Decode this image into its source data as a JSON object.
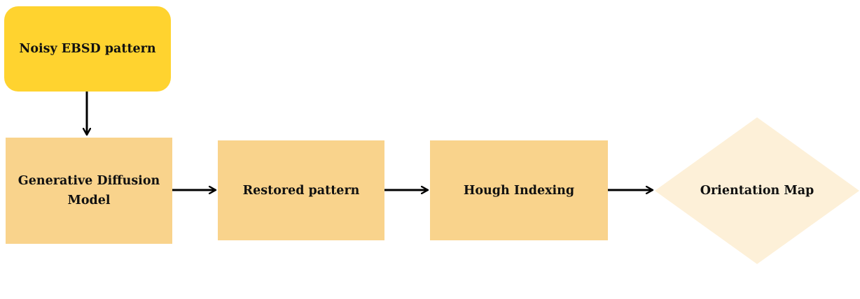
{
  "colors": {
    "start_fill": "#ffd32f",
    "process_fill": "#f9d38c",
    "decision_fill": "#fdf0d8",
    "arrow": "#000000"
  },
  "nodes": {
    "noisy_pattern": "Noisy EBSD pattern",
    "diffusion_model_line1": "Generative Diffusion",
    "diffusion_model_line2": "Model",
    "restored_pattern": "Restored pattern",
    "hough_indexing": "Hough Indexing",
    "orientation_map": "Orientation Map"
  }
}
